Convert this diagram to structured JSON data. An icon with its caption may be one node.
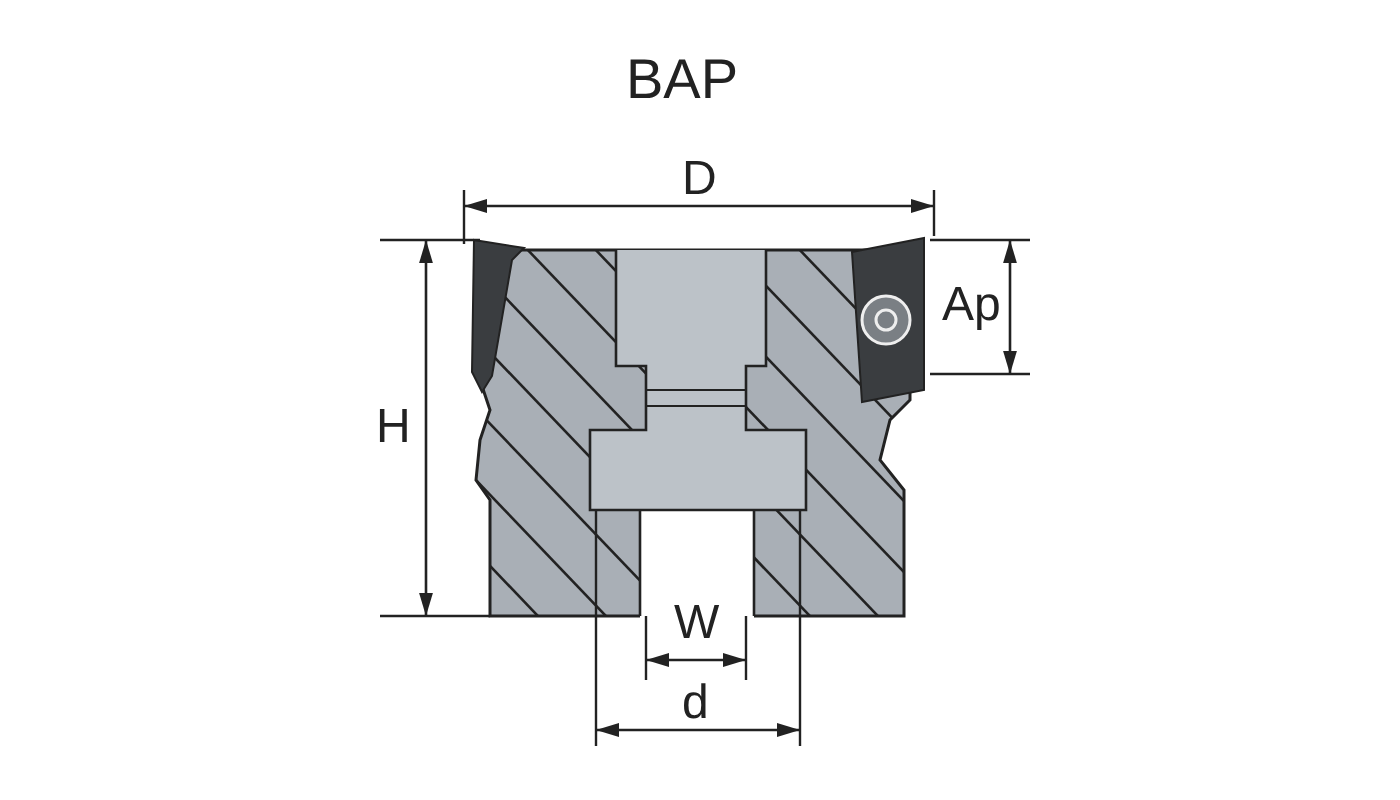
{
  "diagram": {
    "title": "BAP",
    "labels": [
      "D",
      "Ap",
      "H",
      "W",
      "d"
    ]
  }
}
